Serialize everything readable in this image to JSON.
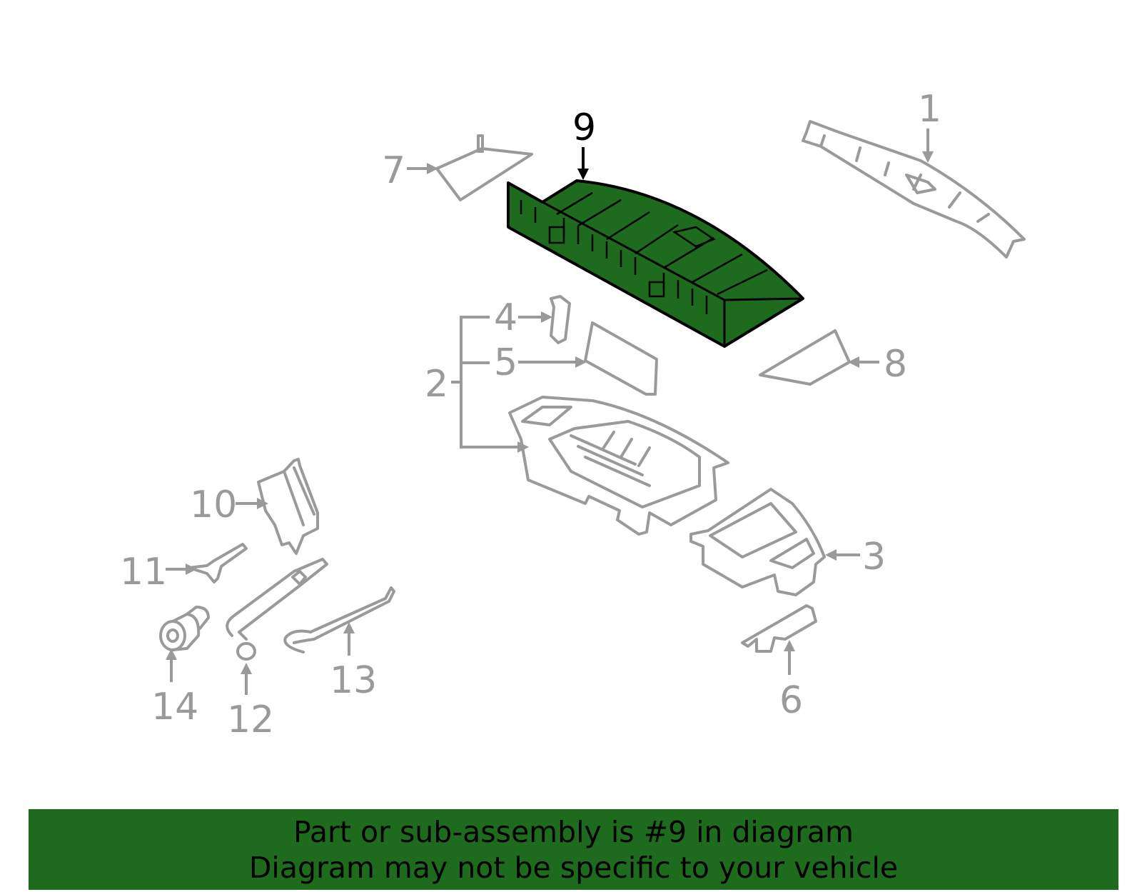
{
  "diagram": {
    "highlight_color": "#1e6b1e",
    "part_color": "#9a9a9a",
    "callouts": [
      "1",
      "2",
      "3",
      "4",
      "5",
      "6",
      "7",
      "8",
      "9",
      "10",
      "11",
      "12",
      "13",
      "14"
    ],
    "highlighted_callout": "9"
  },
  "banner": {
    "line1": "Part or sub-assembly is #9 in diagram",
    "line2": "Diagram may not be specific to your vehicle",
    "background": "#1e6b1e"
  }
}
